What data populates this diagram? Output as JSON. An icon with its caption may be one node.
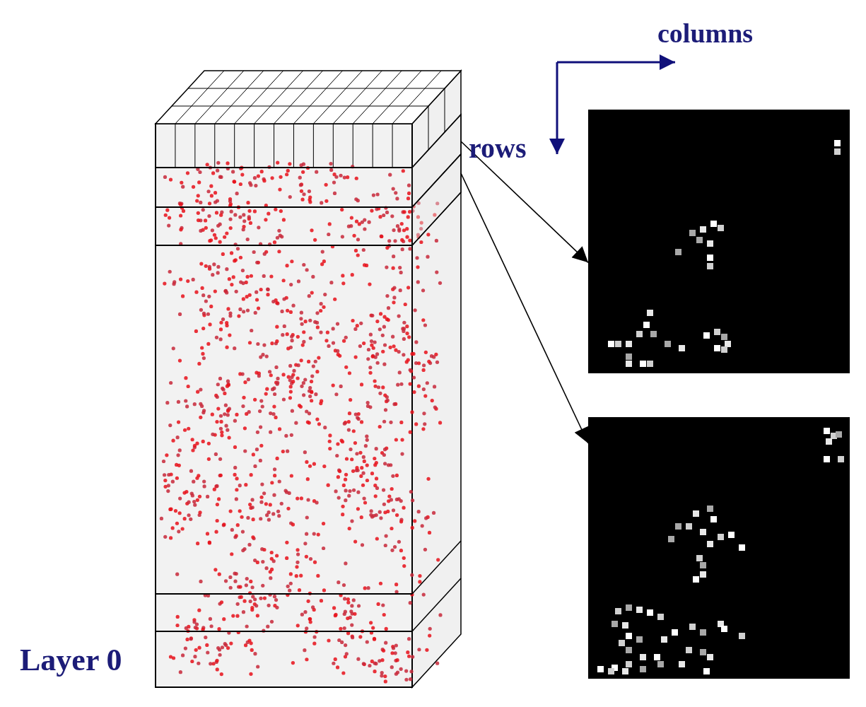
{
  "diagram": {
    "nodes": [
      {
        "text": [],
        "shape": "bar"
      },
      {
        "text": [],
        "shape": "bar"
      },
      {
        "text": [],
        "shape": "picture"
      },
      {
        "text": [],
        "shape": "picture"
      }
    ],
    "edges": [
      {
        "from": 0,
        "to": 2,
        "arrow": "to"
      },
      {
        "from": 1,
        "to": 3,
        "arrow": "to"
      }
    ],
    "labels": [
      "columns",
      "rows",
      "Layer 0"
    ]
  }
}
